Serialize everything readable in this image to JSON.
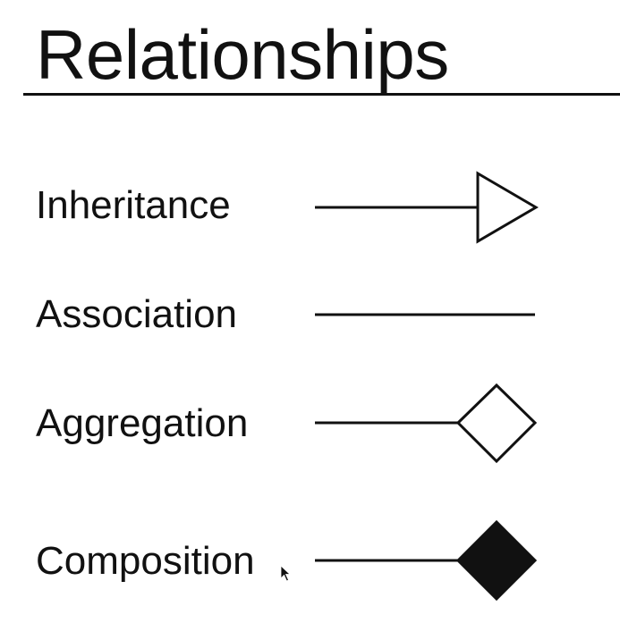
{
  "title": "Relationships",
  "relationships": [
    {
      "label": "Inheritance",
      "symbol": "hollow-triangle-arrow"
    },
    {
      "label": "Association",
      "symbol": "plain-line"
    },
    {
      "label": "Aggregation",
      "symbol": "hollow-diamond"
    },
    {
      "label": "Composition",
      "symbol": "filled-diamond"
    }
  ],
  "colors": {
    "ink": "#111111",
    "background": "#ffffff"
  }
}
